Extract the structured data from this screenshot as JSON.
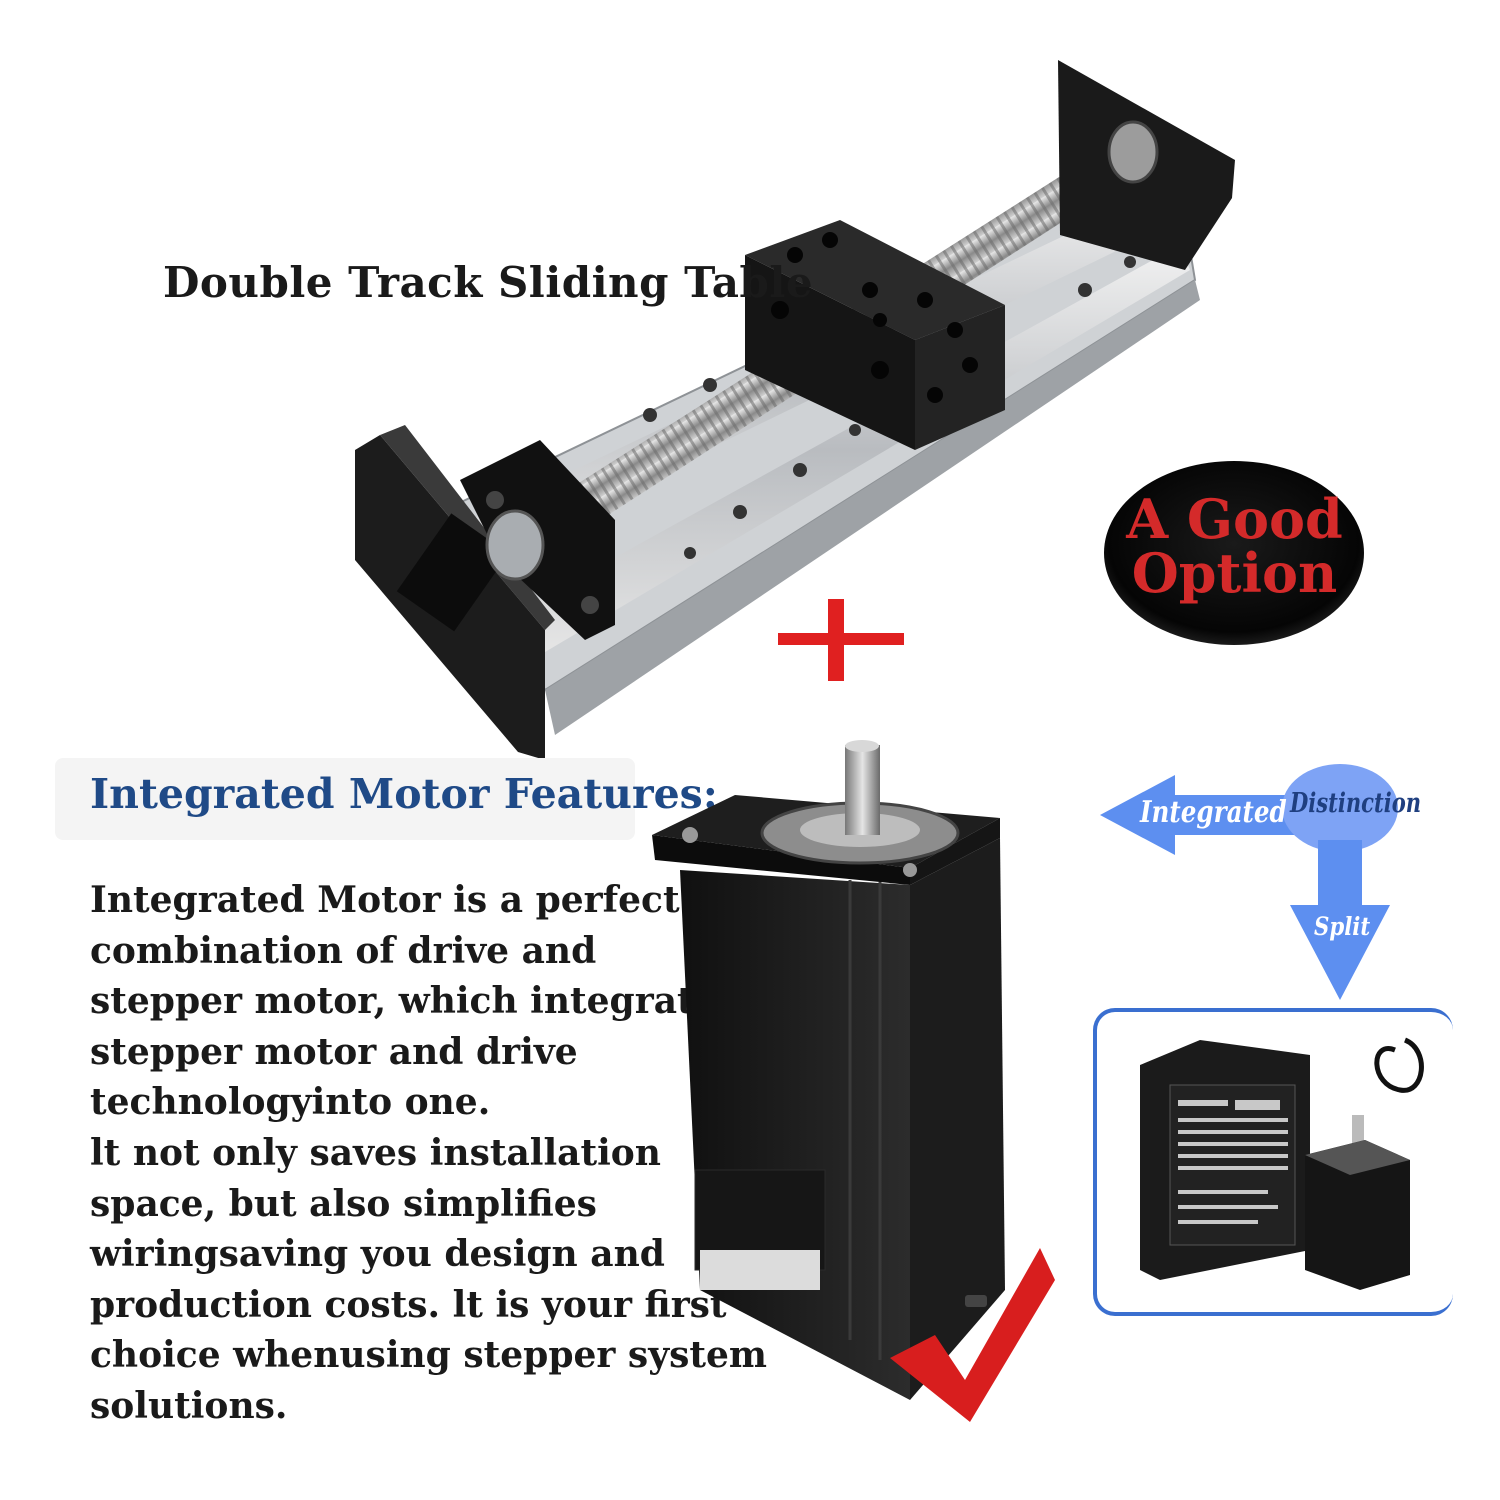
{
  "top_title": "Double Track Sliding Table",
  "badge": {
    "line1": "A Good",
    "line2": "Option"
  },
  "features": {
    "heading": "Integrated Motor Features:",
    "lines": [
      "Integrated Motor is a perfect",
      "combination of drive and",
      "stepper motor, which integrates",
      "stepper motor and drive",
      "technologyinto one.",
      "lt not only saves installation",
      "space, but also simplifies",
      "wiringsaving you design and",
      "production costs. lt is your first",
      "choice whenusing stepper system",
      "solutions."
    ]
  },
  "diagram": {
    "integrated": "Integrated",
    "distinction": "Distinction",
    "split": "Split"
  },
  "colors": {
    "heading_blue": "#1f4a87",
    "badge_red": "#d42a2a",
    "plus_red": "#e02020",
    "arrow_blue": "#5d8ff0",
    "check_red": "#d81e1e"
  },
  "icons": [
    "plus-icon",
    "checkmark-icon",
    "arrow-left-icon",
    "arrow-down-icon"
  ]
}
